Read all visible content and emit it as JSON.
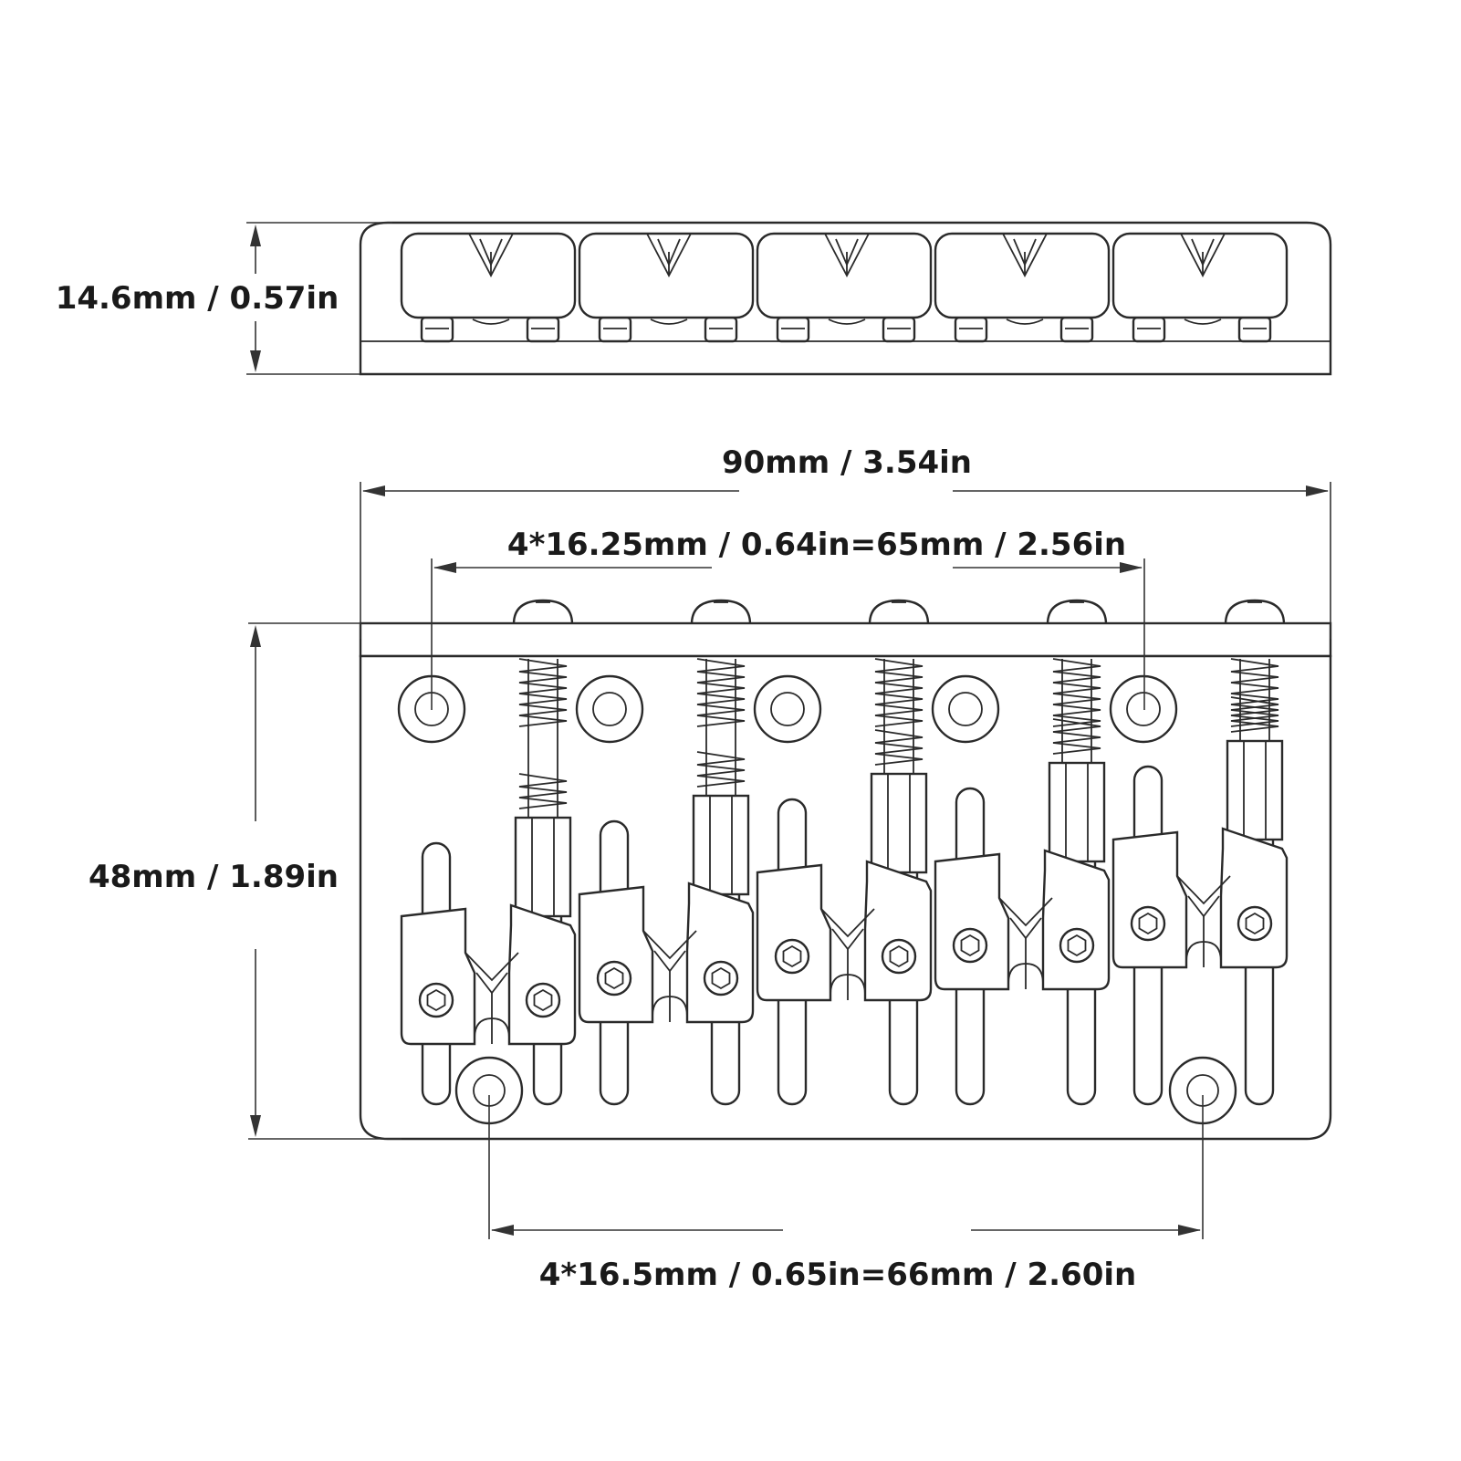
{
  "labels": {
    "height": "14.6mm / 0.57in",
    "width": "90mm / 3.54in",
    "string_spacing": "4*16.25mm / 0.64in=65mm / 2.56in",
    "depth": "48mm / 1.89in",
    "mount_spacing": "4*16.5mm / 0.65in=66mm / 2.60in"
  },
  "colors": {
    "line": "#2a2a2a",
    "background": "#ffffff"
  },
  "saddle_count": 5
}
